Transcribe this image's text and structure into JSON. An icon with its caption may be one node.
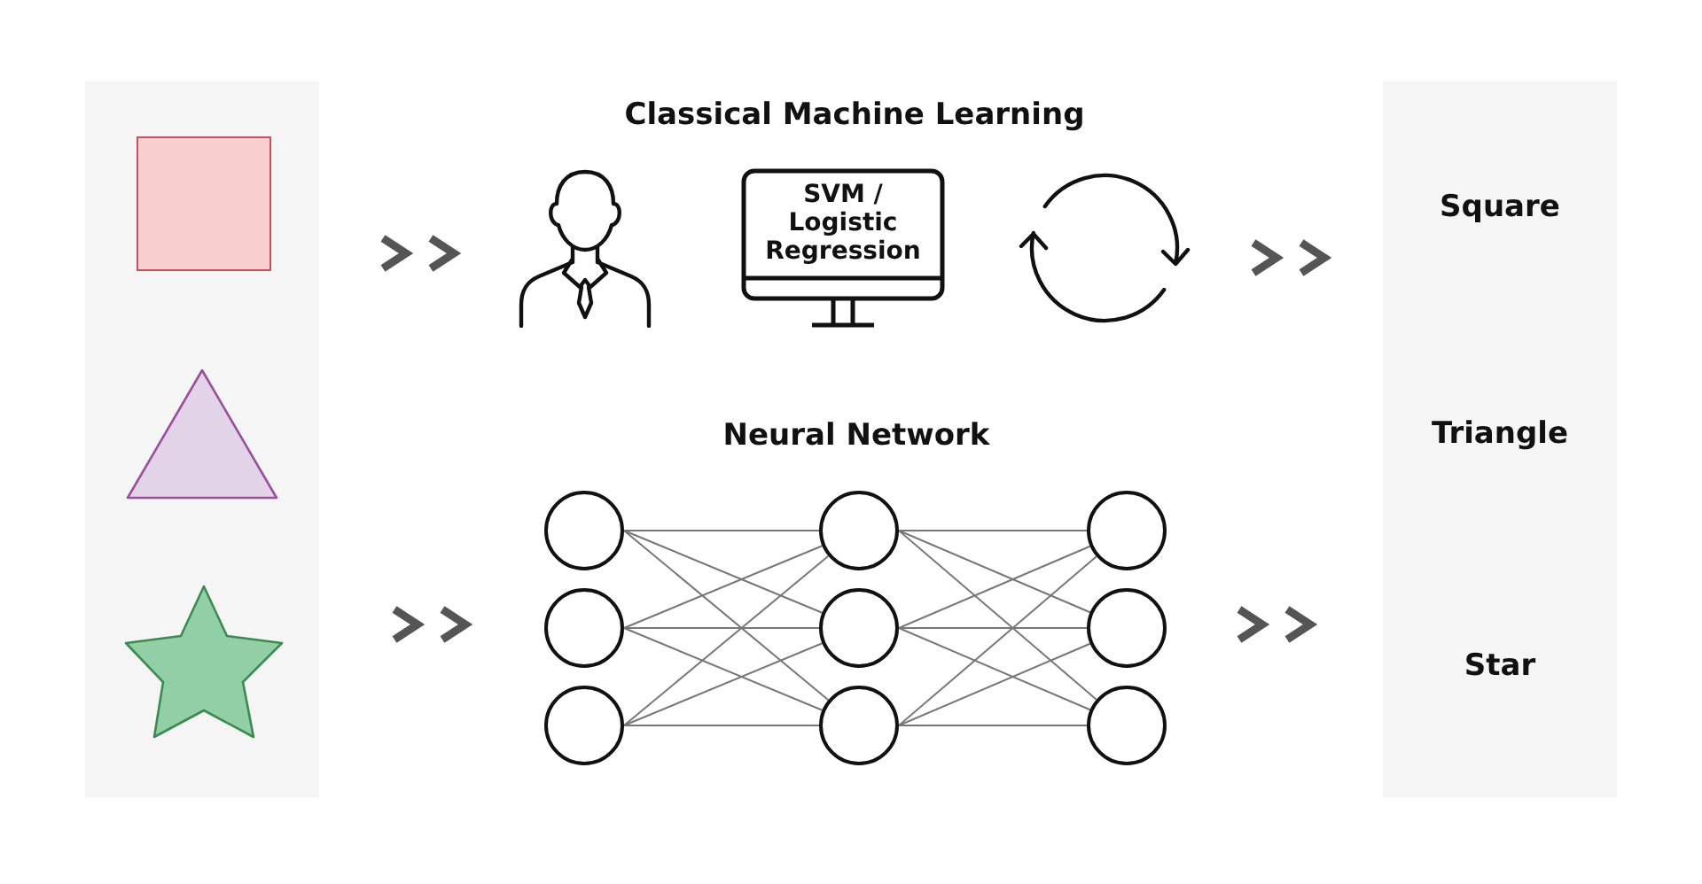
{
  "diagram": {
    "nodes": [
      {
        "text": [],
        "shape": "box"
      },
      {
        "text": [],
        "shape": "square",
        "in": 0
      },
      {
        "text": [],
        "shape": "triangle",
        "in": 0
      },
      {
        "text": [],
        "shape": "star",
        "in": 0
      },
      {
        "text": [],
        "shape": "person"
      },
      {
        "text": [
          "SVM / Logistic Regression"
        ]
      },
      {
        "text": [],
        "shape": "picture"
      },
      {
        "text": [],
        "shape": "circle"
      },
      {
        "text": [],
        "shape": "circle"
      },
      {
        "text": [],
        "shape": "circle"
      },
      {
        "text": [],
        "shape": "circle"
      },
      {
        "text": [],
        "shape": "circle"
      },
      {
        "text": [],
        "shape": "circle"
      },
      {
        "text": [],
        "shape": "circle"
      },
      {
        "text": [],
        "shape": "circle"
      },
      {
        "text": [],
        "shape": "circle"
      },
      {
        "text": [
          "Square",
          "Triangle",
          "Star"
        ]
      }
    ],
    "edges": [
      {
        "from": 0,
        "to": 4,
        "arrow": "to",
        "style": "thick"
      },
      {
        "from": 6,
        "to": 16,
        "arrow": "to",
        "style": "thick"
      },
      {
        "from": 0,
        "to": 10,
        "arrow": "to",
        "style": "thick"
      },
      {
        "from": 12,
        "to": 16,
        "arrow": "to",
        "style": "thick"
      },
      {
        "from": 7,
        "to": 8,
        "arrow": "none"
      },
      {
        "from": 7,
        "to": 11,
        "arrow": "none"
      },
      {
        "from": 7,
        "to": 14,
        "arrow": "none"
      },
      {
        "from": 10,
        "to": 8,
        "arrow": "none"
      },
      {
        "from": 10,
        "to": 11,
        "arrow": "none"
      },
      {
        "from": 10,
        "to": 14,
        "arrow": "none"
      },
      {
        "from": 13,
        "to": 8,
        "arrow": "none"
      },
      {
        "from": 13,
        "to": 11,
        "arrow": "none"
      },
      {
        "from": 13,
        "to": 14,
        "arrow": "none"
      },
      {
        "from": 8,
        "to": 9,
        "arrow": "none"
      },
      {
        "from": 8,
        "to": 12,
        "arrow": "none"
      },
      {
        "from": 8,
        "to": 15,
        "arrow": "none"
      },
      {
        "from": 11,
        "to": 9,
        "arrow": "none"
      },
      {
        "from": 11,
        "to": 12,
        "arrow": "none"
      },
      {
        "from": 11,
        "to": 15,
        "arrow": "none"
      },
      {
        "from": 14,
        "to": 9,
        "arrow": "none"
      },
      {
        "from": 14,
        "to": 12,
        "arrow": "none"
      },
      {
        "from": 14,
        "to": 15,
        "arrow": "none"
      }
    ],
    "labels": [
      "Classical Machine Learning",
      "Neural Network"
    ]
  }
}
